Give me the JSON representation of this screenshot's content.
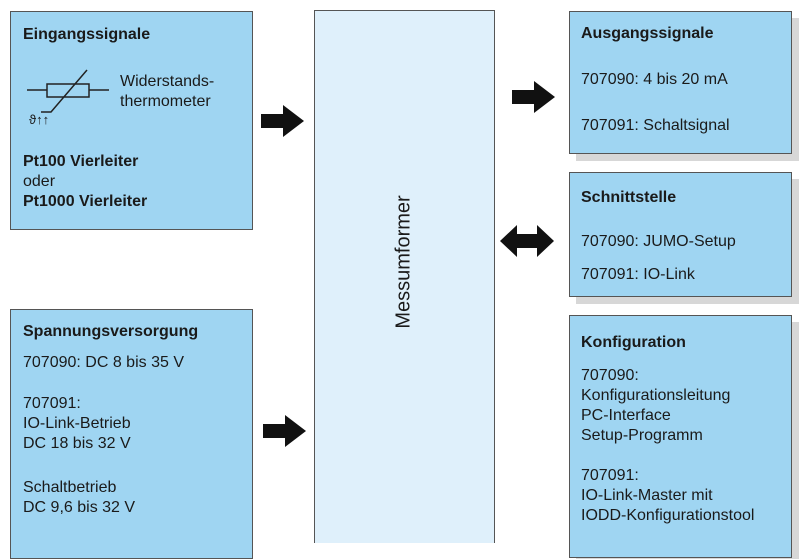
{
  "center_label": "Messumformer",
  "input": {
    "title": "Eingangssignale",
    "sensor_line1": "Widerstands-",
    "sensor_line2": "thermometer",
    "sensor_symbol": "ϑ↑↑",
    "type1": "Pt100 Vierleiter",
    "or": "oder",
    "type2": "Pt1000 Vierleiter"
  },
  "power": {
    "title": "Spannungsversorgung",
    "line1": "707090: DC 8 bis 35 V",
    "line2": "707091:",
    "line3": "IO-Link-Betrieb",
    "line4": "DC 18 bis 32 V",
    "line5": "Schaltbetrieb",
    "line6": "DC 9,6 bis 32 V"
  },
  "output": {
    "title": "Ausgangssignale",
    "line1": "707090: 4 bis 20 mA",
    "line2": "707091: Schaltsignal"
  },
  "interface": {
    "title": "Schnittstelle",
    "line1": "707090: JUMO-Setup",
    "line2": "707091: IO-Link"
  },
  "config": {
    "title": "Konfiguration",
    "line1": "707090:",
    "line2": "Konfigurationsleitung",
    "line3": "PC-Interface",
    "line4": "Setup-Programm",
    "line5": "707091:",
    "line6": "IO-Link-Master mit",
    "line7": "IODD-Konfigurationstool"
  },
  "colors": {
    "box_fill": "#9fd5f2",
    "center_fill": "#dff0fb",
    "arrow": "#111111"
  }
}
